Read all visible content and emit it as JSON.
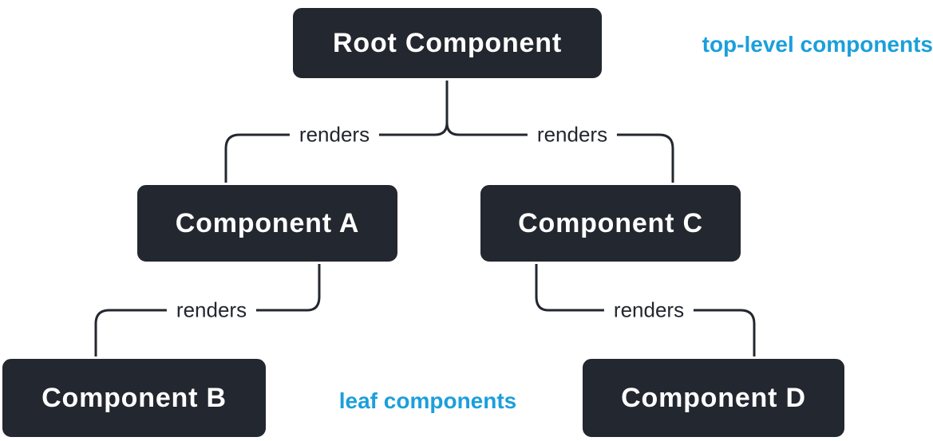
{
  "diagram": {
    "type": "component-tree",
    "description_visible": false
  },
  "nodes": {
    "root": {
      "label": "Root Component"
    },
    "a": {
      "label": "Component A"
    },
    "b": {
      "label": "Component B"
    },
    "c": {
      "label": "Component C"
    },
    "d": {
      "label": "Component D"
    }
  },
  "edges": [
    {
      "from": "Root Component",
      "to": "Component A",
      "label": "renders"
    },
    {
      "from": "Root Component",
      "to": "Component C",
      "label": "renders"
    },
    {
      "from": "Component A",
      "to": "Component B",
      "label": "renders"
    },
    {
      "from": "Component C",
      "to": "Component D",
      "label": "renders"
    }
  ],
  "annotations": {
    "top_level": "top-level components",
    "leaf": "leaf components"
  },
  "colors": {
    "node_background": "#23272F",
    "node_border": "#FFFFFF",
    "node_text": "#FFFFFF",
    "connector": "#23272F",
    "edge_label_text": "#23272F",
    "annotation_blue": "#1B9FDB",
    "background": "#FFFFFF"
  }
}
